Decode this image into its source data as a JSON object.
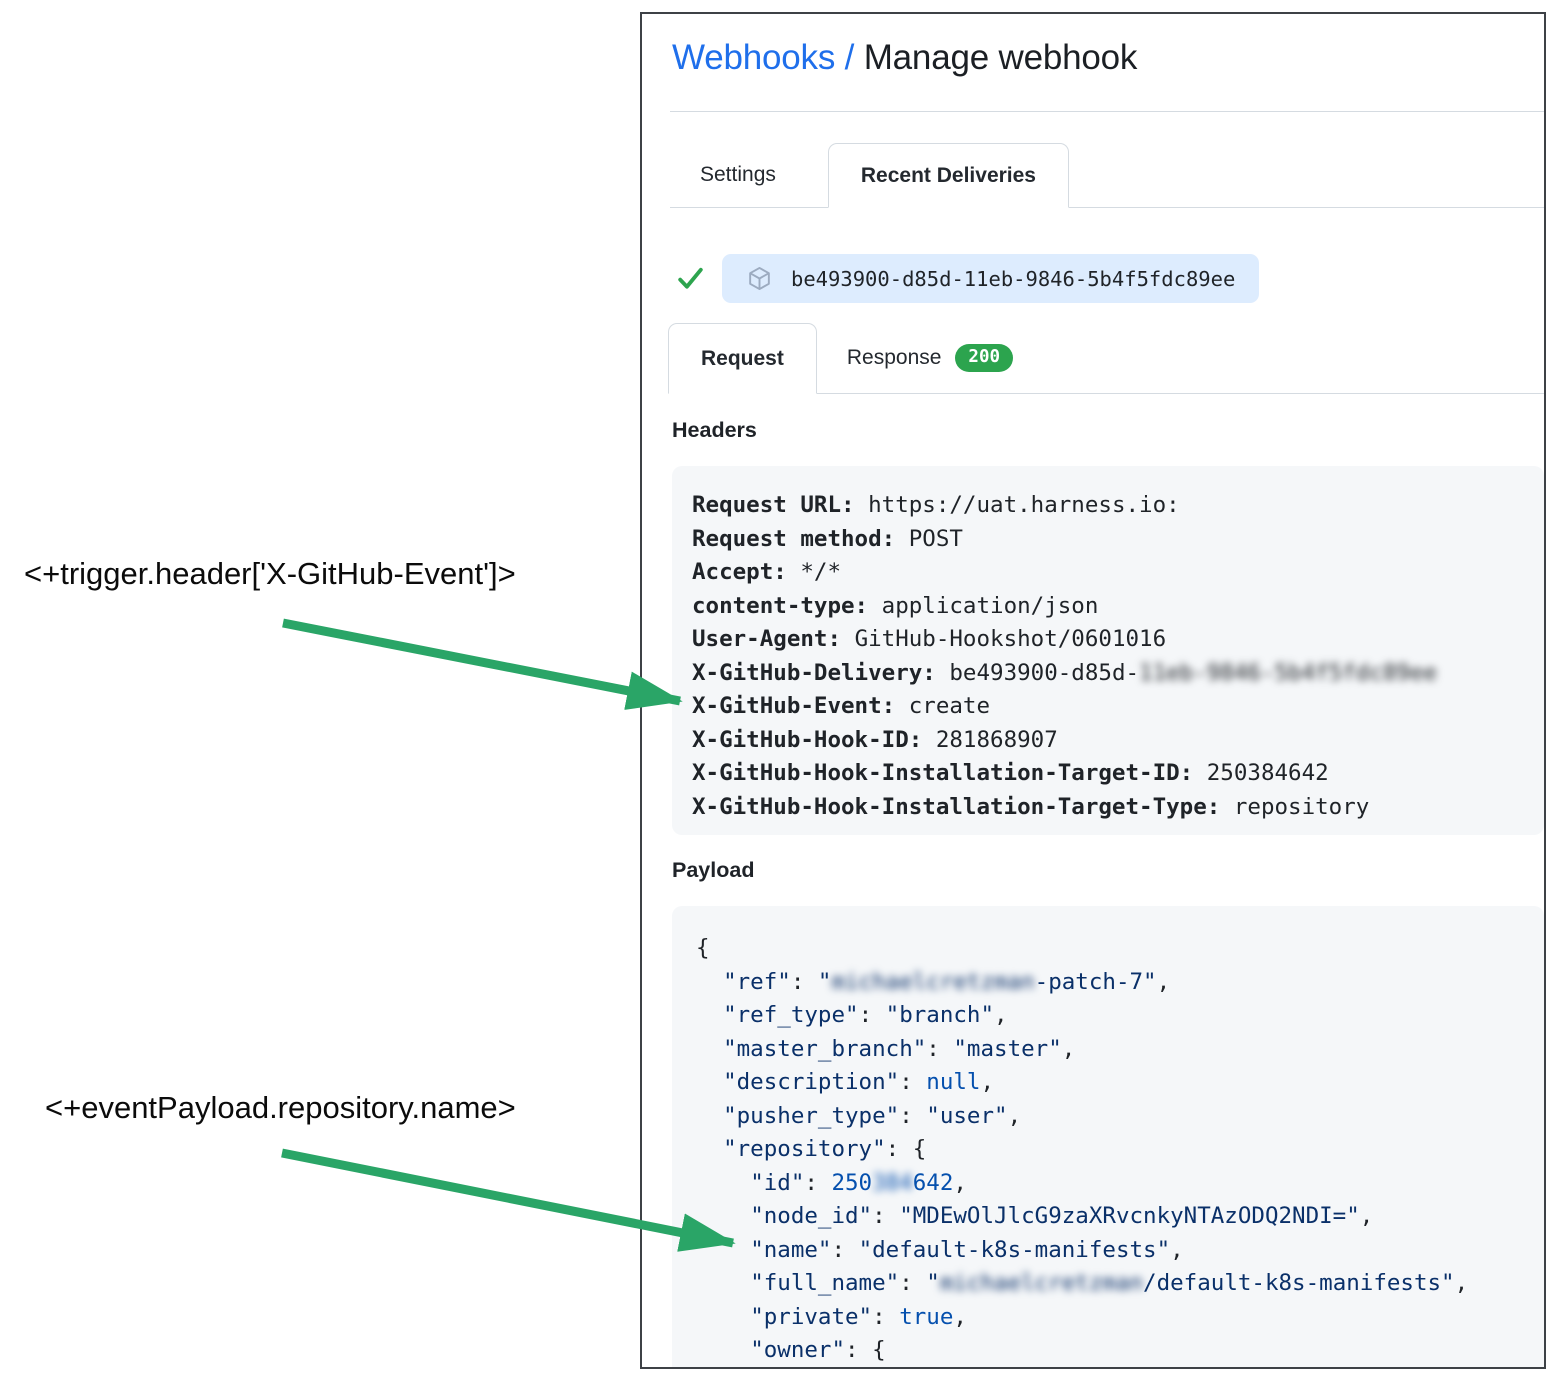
{
  "breadcrumb": {
    "link": "Webhooks / ",
    "current": "Manage webhook"
  },
  "page_tabs": {
    "settings": "Settings",
    "recent_deliveries": "Recent Deliveries"
  },
  "delivery": {
    "guid": "be493900-d85d-11eb-9846-5b4f5fdc89ee"
  },
  "request_tabs": {
    "request": "Request",
    "response": "Response",
    "status_badge": "200"
  },
  "annotations": {
    "trigger_expression": "<+trigger.header['X-GitHub-Event']>",
    "payload_expression": "<+eventPayload.repository.name>"
  },
  "headers": {
    "section_title": "Headers",
    "lines": [
      {
        "label": "Request URL:",
        "value": "https://uat.harness.io:"
      },
      {
        "label": "Request method:",
        "value": "POST"
      },
      {
        "label": "Accept:",
        "value": "*/*"
      },
      {
        "label": "content-type:",
        "value": "application/json"
      },
      {
        "label": "User-Agent:",
        "value": "GitHub-Hookshot/0601016"
      },
      {
        "label": "X-GitHub-Delivery:",
        "value": "be493900-d85d-",
        "blurred": "11eb-9846-5b4f5fdc89ee"
      },
      {
        "label": "X-GitHub-Event:",
        "value": "create"
      },
      {
        "label": "X-GitHub-Hook-ID:",
        "value": "281868907"
      },
      {
        "label": "X-GitHub-Hook-Installation-Target-ID:",
        "value": "250384642"
      },
      {
        "label": "X-GitHub-Hook-Installation-Target-Type:",
        "value": "repository"
      }
    ]
  },
  "payload": {
    "section_title": "Payload",
    "lines": [
      [
        {
          "t": "{",
          "c": "p"
        }
      ],
      [
        {
          "t": "  ",
          "c": "p"
        },
        {
          "t": "\"ref\"",
          "c": "k"
        },
        {
          "t": ": ",
          "c": "p"
        },
        {
          "t": "\"",
          "c": "s"
        },
        {
          "t": "michaelcretzman",
          "c": "s b"
        },
        {
          "t": "-patch-7\"",
          "c": "s"
        },
        {
          "t": ",",
          "c": "p"
        }
      ],
      [
        {
          "t": "  ",
          "c": "p"
        },
        {
          "t": "\"ref_type\"",
          "c": "k"
        },
        {
          "t": ": ",
          "c": "p"
        },
        {
          "t": "\"branch\"",
          "c": "s"
        },
        {
          "t": ",",
          "c": "p"
        }
      ],
      [
        {
          "t": "  ",
          "c": "p"
        },
        {
          "t": "\"master_branch\"",
          "c": "k"
        },
        {
          "t": ": ",
          "c": "p"
        },
        {
          "t": "\"master\"",
          "c": "s"
        },
        {
          "t": ",",
          "c": "p"
        }
      ],
      [
        {
          "t": "  ",
          "c": "p"
        },
        {
          "t": "\"description\"",
          "c": "k"
        },
        {
          "t": ": ",
          "c": "p"
        },
        {
          "t": "null",
          "c": "n"
        },
        {
          "t": ",",
          "c": "p"
        }
      ],
      [
        {
          "t": "  ",
          "c": "p"
        },
        {
          "t": "\"pusher_type\"",
          "c": "k"
        },
        {
          "t": ": ",
          "c": "p"
        },
        {
          "t": "\"user\"",
          "c": "s"
        },
        {
          "t": ",",
          "c": "p"
        }
      ],
      [
        {
          "t": "  ",
          "c": "p"
        },
        {
          "t": "\"repository\"",
          "c": "k"
        },
        {
          "t": ": {",
          "c": "p"
        }
      ],
      [
        {
          "t": "    ",
          "c": "p"
        },
        {
          "t": "\"id\"",
          "c": "k"
        },
        {
          "t": ": ",
          "c": "p"
        },
        {
          "t": "250",
          "c": "n"
        },
        {
          "t": "384",
          "c": "n b"
        },
        {
          "t": "642",
          "c": "n"
        },
        {
          "t": ",",
          "c": "p"
        }
      ],
      [
        {
          "t": "    ",
          "c": "p"
        },
        {
          "t": "\"node_id\"",
          "c": "k"
        },
        {
          "t": ": ",
          "c": "p"
        },
        {
          "t": "\"MDEwOlJlcG9zaXRvcnkyNTAzODQ2NDI=\"",
          "c": "s"
        },
        {
          "t": ",",
          "c": "p"
        }
      ],
      [
        {
          "t": "    ",
          "c": "p"
        },
        {
          "t": "\"name\"",
          "c": "k"
        },
        {
          "t": ": ",
          "c": "p"
        },
        {
          "t": "\"default-k8s-manifests\"",
          "c": "s"
        },
        {
          "t": ",",
          "c": "p"
        }
      ],
      [
        {
          "t": "    ",
          "c": "p"
        },
        {
          "t": "\"full_name\"",
          "c": "k"
        },
        {
          "t": ": ",
          "c": "p"
        },
        {
          "t": "\"",
          "c": "s"
        },
        {
          "t": "michaelcretzman",
          "c": "s b"
        },
        {
          "t": "/default-k8s-manifests\"",
          "c": "s"
        },
        {
          "t": ",",
          "c": "p"
        }
      ],
      [
        {
          "t": "    ",
          "c": "p"
        },
        {
          "t": "\"private\"",
          "c": "k"
        },
        {
          "t": ": ",
          "c": "p"
        },
        {
          "t": "true",
          "c": "n"
        },
        {
          "t": ",",
          "c": "p"
        }
      ],
      [
        {
          "t": "    ",
          "c": "p"
        },
        {
          "t": "\"owner\"",
          "c": "k"
        },
        {
          "t": ": {",
          "c": "p"
        }
      ]
    ]
  },
  "colors": {
    "link_blue": "#1f6feb",
    "badge_green": "#2ca44e",
    "check_green": "#2da44e",
    "arrow_green": "#2aa567",
    "chip_blue": "#ddecfe",
    "code_box_gray": "#f5f7f9",
    "json_key_navy": "#0a3069",
    "json_literal_blue": "#0550ae",
    "panel_border": "#3d4146"
  }
}
